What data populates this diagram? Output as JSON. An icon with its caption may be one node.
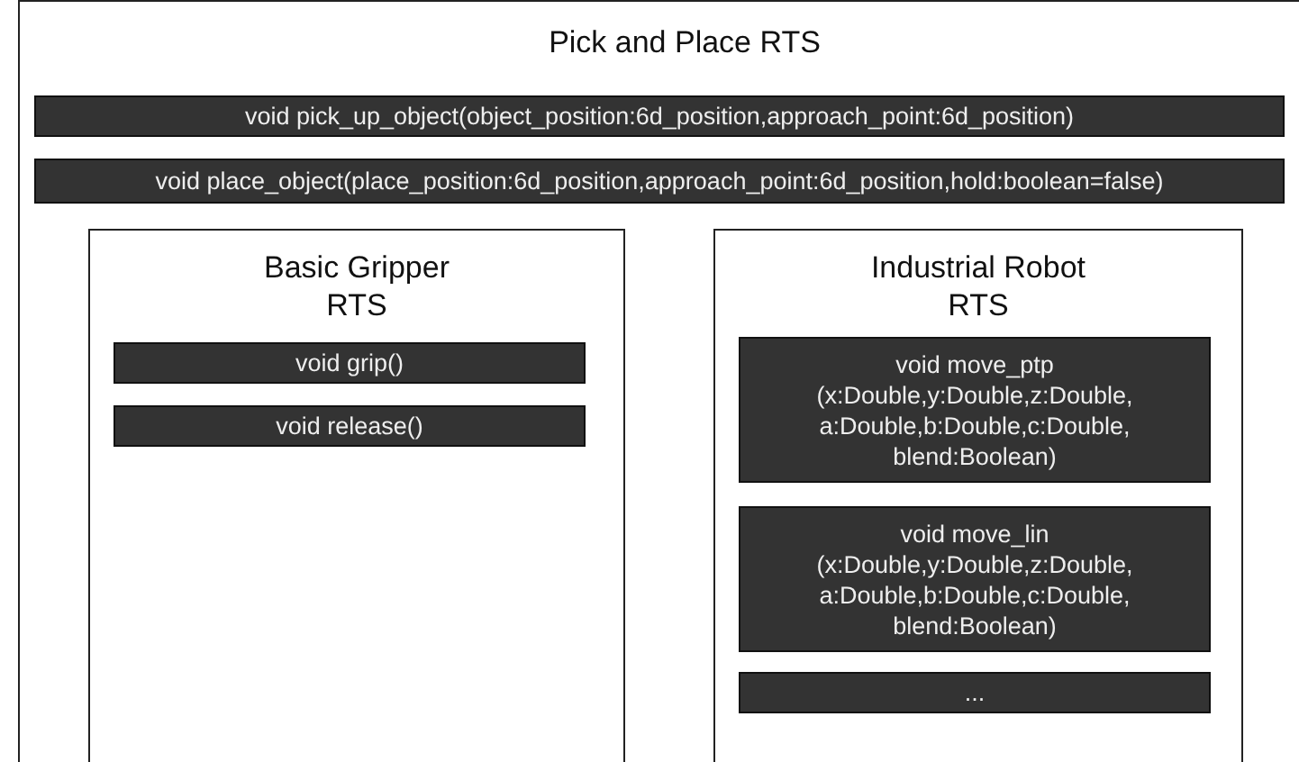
{
  "diagram": {
    "nodes": [
      {
        "text": [
          "Pick and Place RTS"
        ]
      },
      {
        "text": [
          "void pick_up_object(object_position:6d_position,approach_point:6d_position)"
        ],
        "in": 0
      },
      {
        "text": [
          "void place_object(place_position:6d_position,approach_point:6d_position,hold:boolean=false)"
        ],
        "in": 0
      },
      {
        "text": [
          "Basic Gripper RTS"
        ],
        "in": 0
      },
      {
        "text": [
          "void grip()"
        ],
        "in": 3
      },
      {
        "text": [
          "void release()"
        ],
        "in": 3
      },
      {
        "text": [
          "Industrial Robot RTS"
        ],
        "in": 0
      },
      {
        "text": [
          "void move_ptp (x:Double,y:Double,z:Double, a:Double,b:Double,c:Double, blend:Boolean)"
        ],
        "in": 6
      },
      {
        "text": [
          "void move_lin (x:Double,y:Double,z:Double, a:Double,b:Double,c:Double, blend:Boolean)"
        ],
        "in": 6
      },
      {
        "text": [
          "..."
        ],
        "in": 6
      }
    ]
  }
}
